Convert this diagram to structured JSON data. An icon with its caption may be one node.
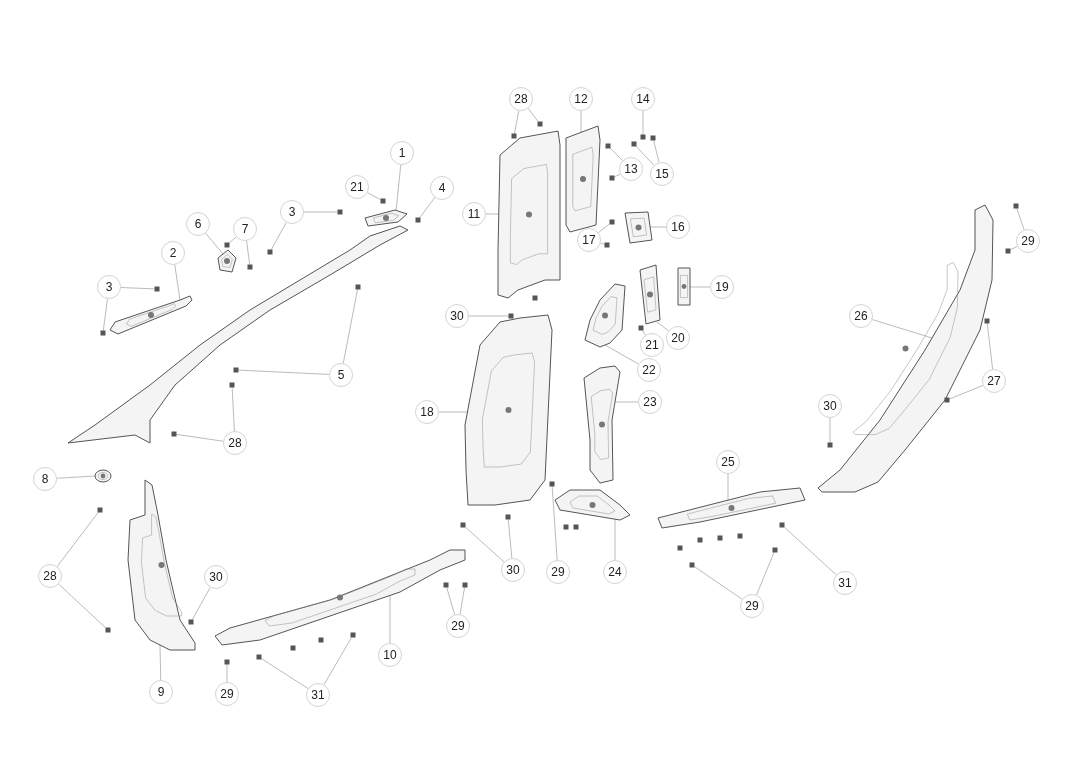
{
  "diagram": {
    "nodes": [
      {
        "text": [
          "1"
        ]
      },
      {
        "text": [
          "21"
        ]
      },
      {
        "text": [
          "4"
        ]
      },
      {
        "text": [
          "6"
        ]
      },
      {
        "text": [
          "7"
        ]
      },
      {
        "text": [
          "3"
        ]
      },
      {
        "text": [
          "3"
        ]
      },
      {
        "text": [
          "2"
        ]
      },
      {
        "text": [
          "5"
        ]
      },
      {
        "text": [
          "28"
        ]
      },
      {
        "text": [
          "8"
        ]
      },
      {
        "text": [
          "28"
        ]
      },
      {
        "text": [
          "30"
        ]
      },
      {
        "text": [
          "9"
        ]
      },
      {
        "text": [
          "29"
        ]
      },
      {
        "text": [
          "31"
        ]
      },
      {
        "text": [
          "10"
        ]
      },
      {
        "text": [
          "29"
        ]
      },
      {
        "text": [
          "30"
        ]
      },
      {
        "text": [
          "29"
        ]
      },
      {
        "text": [
          "24"
        ]
      },
      {
        "text": [
          "25"
        ]
      },
      {
        "text": [
          "29"
        ]
      },
      {
        "text": [
          "31"
        ]
      },
      {
        "text": [
          "30"
        ]
      },
      {
        "text": [
          "26"
        ]
      },
      {
        "text": [
          "27"
        ]
      },
      {
        "text": [
          "29"
        ]
      },
      {
        "text": [
          "28"
        ]
      },
      {
        "text": [
          "12"
        ]
      },
      {
        "text": [
          "14"
        ]
      },
      {
        "text": [
          "15"
        ]
      },
      {
        "text": [
          "13"
        ]
      },
      {
        "text": [
          "11"
        ]
      },
      {
        "text": [
          "17"
        ]
      },
      {
        "text": [
          "16"
        ]
      },
      {
        "text": [
          "19"
        ]
      },
      {
        "text": [
          "20"
        ]
      },
      {
        "text": [
          "21"
        ]
      },
      {
        "text": [
          "22"
        ]
      },
      {
        "text": [
          "23"
        ]
      },
      {
        "text": [
          "30"
        ]
      },
      {
        "text": [
          "18"
        ]
      },
      {
        "text": [],
        "shape": "picture"
      },
      {
        "text": [],
        "shape": "picture"
      },
      {
        "text": [],
        "shape": "picture"
      },
      {
        "text": [],
        "shape": "picture"
      },
      {
        "text": [],
        "shape": "picture"
      },
      {
        "text": [],
        "shape": "picture"
      },
      {
        "text": [],
        "shape": "picture"
      },
      {
        "text": [],
        "shape": "picture"
      },
      {
        "text": [],
        "shape": "picture"
      },
      {
        "text": [],
        "shape": "picture"
      },
      {
        "text": [],
        "shape": "picture"
      },
      {
        "text": [],
        "shape": "picture"
      },
      {
        "text": [],
        "shape": "picture"
      },
      {
        "text": [],
        "shape": "picture"
      },
      {
        "text": [],
        "shape": "picture"
      },
      {
        "text": [],
        "shape": "picture"
      },
      {
        "text": [],
        "shape": "picture"
      },
      {
        "text": [],
        "shape": "box"
      },
      {
        "text": [],
        "shape": "box"
      },
      {
        "text": [],
        "shape": "box"
      },
      {
        "text": [],
        "shape": "box"
      },
      {
        "text": [],
        "shape": "box"
      },
      {
        "text": [],
        "shape": "box"
      },
      {
        "text": [],
        "shape": "box"
      },
      {
        "text": [],
        "shape": "box"
      },
      {
        "text": [],
        "shape": "box"
      },
      {
        "text": [],
        "shape": "box"
      },
      {
        "text": [],
        "shape": "box"
      },
      {
        "text": [],
        "shape": "box"
      },
      {
        "text": [],
        "shape": "box"
      },
      {
        "text": [],
        "shape": "box"
      },
      {
        "text": [],
        "shape": "box"
      },
      {
        "text": [],
        "shape": "box"
      },
      {
        "text": [],
        "shape": "box"
      },
      {
        "text": [],
        "shape": "box"
      },
      {
        "text": [],
        "shape": "box"
      },
      {
        "text": [],
        "shape": "box"
      },
      {
        "text": [],
        "shape": "box"
      },
      {
        "text": [],
        "shape": "box"
      },
      {
        "text": [],
        "shape": "box"
      },
      {
        "text": [],
        "shape": "box"
      },
      {
        "text": [],
        "shape": "box"
      },
      {
        "text": [],
        "shape": "box"
      },
      {
        "text": [],
        "shape": "box"
      },
      {
        "text": [],
        "shape": "box"
      },
      {
        "text": [],
        "shape": "box"
      },
      {
        "text": [],
        "shape": "box"
      },
      {
        "text": [],
        "shape": "box"
      },
      {
        "text": [],
        "shape": "box"
      },
      {
        "text": [],
        "shape": "box"
      },
      {
        "text": [],
        "shape": "box"
      },
      {
        "text": [],
        "shape": "box"
      },
      {
        "text": [],
        "shape": "box"
      },
      {
        "text": [],
        "shape": "box"
      },
      {
        "text": [],
        "shape": "box"
      },
      {
        "text": [],
        "shape": "box"
      },
      {
        "text": [],
        "shape": "box"
      },
      {
        "text": [],
        "shape": "box"
      },
      {
        "text": [],
        "shape": "box"
      }
    ],
    "edges": [
      {
        "from": 0,
        "to": 43,
        "arrow": "none"
      },
      {
        "from": 1,
        "to": 60,
        "arrow": "none"
      },
      {
        "from": 2,
        "to": 61,
        "arrow": "none"
      },
      {
        "from": 3,
        "to": 44,
        "arrow": "none"
      },
      {
        "from": 4,
        "to": 62,
        "arrow": "none"
      },
      {
        "from": 4,
        "to": 63,
        "arrow": "none"
      },
      {
        "from": 5,
        "to": 64,
        "arrow": "none"
      },
      {
        "from": 5,
        "to": 65,
        "arrow": "none"
      },
      {
        "from": 6,
        "to": 66,
        "arrow": "none"
      },
      {
        "from": 6,
        "to": 67,
        "arrow": "none"
      },
      {
        "from": 7,
        "to": 45,
        "arrow": "none"
      },
      {
        "from": 8,
        "to": 68,
        "arrow": "none"
      },
      {
        "from": 8,
        "to": 69,
        "arrow": "none"
      },
      {
        "from": 9,
        "to": 70,
        "arrow": "none"
      },
      {
        "from": 9,
        "to": 71,
        "arrow": "none"
      },
      {
        "from": 10,
        "to": 46,
        "arrow": "none"
      },
      {
        "from": 11,
        "to": 72,
        "arrow": "none"
      },
      {
        "from": 11,
        "to": 73,
        "arrow": "none"
      },
      {
        "from": 12,
        "to": 74,
        "arrow": "none"
      },
      {
        "from": 13,
        "to": 47,
        "arrow": "none"
      },
      {
        "from": 14,
        "to": 75,
        "arrow": "none"
      },
      {
        "from": 15,
        "to": 76,
        "arrow": "none"
      },
      {
        "from": 15,
        "to": 77,
        "arrow": "none"
      },
      {
        "from": 16,
        "to": 48,
        "arrow": "none"
      },
      {
        "from": 17,
        "to": 78,
        "arrow": "none"
      },
      {
        "from": 17,
        "to": 79,
        "arrow": "none"
      },
      {
        "from": 18,
        "to": 80,
        "arrow": "none"
      },
      {
        "from": 18,
        "to": 81,
        "arrow": "none"
      },
      {
        "from": 19,
        "to": 82,
        "arrow": "none"
      },
      {
        "from": 20,
        "to": 57,
        "arrow": "none"
      },
      {
        "from": 21,
        "to": 58,
        "arrow": "none"
      },
      {
        "from": 22,
        "to": 83,
        "arrow": "none"
      },
      {
        "from": 22,
        "to": 84,
        "arrow": "none"
      },
      {
        "from": 23,
        "to": 85,
        "arrow": "none"
      },
      {
        "from": 24,
        "to": 86,
        "arrow": "none"
      },
      {
        "from": 25,
        "to": 59,
        "arrow": "none"
      },
      {
        "from": 26,
        "to": 87,
        "arrow": "none"
      },
      {
        "from": 26,
        "to": 88,
        "arrow": "none"
      },
      {
        "from": 27,
        "to": 89,
        "arrow": "none"
      },
      {
        "from": 27,
        "to": 90,
        "arrow": "none"
      },
      {
        "from": 28,
        "to": 91,
        "arrow": "none"
      },
      {
        "from": 28,
        "to": 92,
        "arrow": "none"
      },
      {
        "from": 29,
        "to": 51,
        "arrow": "none"
      },
      {
        "from": 30,
        "to": 93,
        "arrow": "none"
      },
      {
        "from": 31,
        "to": 94,
        "arrow": "none"
      },
      {
        "from": 31,
        "to": 95,
        "arrow": "none"
      },
      {
        "from": 32,
        "to": 96,
        "arrow": "none"
      },
      {
        "from": 32,
        "to": 97,
        "arrow": "none"
      },
      {
        "from": 33,
        "to": 50,
        "arrow": "none"
      },
      {
        "from": 34,
        "to": 98,
        "arrow": "none"
      },
      {
        "from": 34,
        "to": 99,
        "arrow": "none"
      },
      {
        "from": 35,
        "to": 52,
        "arrow": "none"
      },
      {
        "from": 36,
        "to": 53,
        "arrow": "none"
      },
      {
        "from": 37,
        "to": 54,
        "arrow": "none"
      },
      {
        "from": 38,
        "to": 100,
        "arrow": "none"
      },
      {
        "from": 39,
        "to": 55,
        "arrow": "none"
      },
      {
        "from": 40,
        "to": 56,
        "arrow": "none"
      },
      {
        "from": 41,
        "to": 101,
        "arrow": "none"
      },
      {
        "from": 42,
        "to": 49,
        "arrow": "none"
      }
    ]
  }
}
